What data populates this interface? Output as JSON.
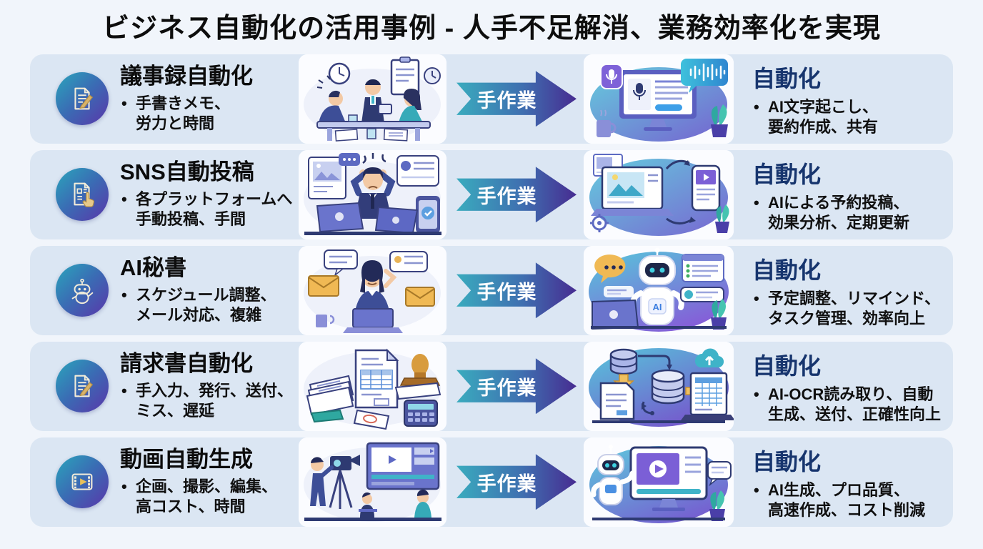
{
  "page": {
    "title": "ビジネス自動化の活用事例 - 人手不足解消、業務効率化を実現",
    "background": "#f1f5fb",
    "row_background": "#dbe6f3"
  },
  "labels": {
    "manual": "手作業",
    "automation": "自動化"
  },
  "colors": {
    "automation_heading": "#17356e",
    "arrow_gradient_start": "#3aabbe",
    "arrow_gradient_end": "#472c91",
    "icon_gradient_start": "#2aa6bc",
    "icon_gradient_end": "#5a36aa"
  },
  "illustration_text": {
    "robot_chest": "AI"
  },
  "rows": [
    {
      "title": "議事録自動化",
      "icon": "memo-pencil-icon",
      "problem_lines": [
        "手書きメモ、",
        "労力と時間"
      ],
      "manual_scene": "meeting-handwritten-notes-illustration",
      "auto_scene": "ai-transcription-computer-illustration",
      "auto_lines": [
        "AI文字起こし、",
        "要約作成、共有"
      ]
    },
    {
      "title": "SNS自動投稿",
      "icon": "post-click-icon",
      "problem_lines": [
        "各プラットフォームへ",
        "手動投稿、手間"
      ],
      "manual_scene": "stressed-manual-posting-illustration",
      "auto_scene": "scheduled-posting-devices-illustration",
      "auto_lines": [
        "AIによる予約投稿、",
        "効果分析、定期更新"
      ]
    },
    {
      "title": "AI秘書",
      "icon": "robot-icon",
      "problem_lines": [
        "スケジュール調整、",
        "メール対応、複雑"
      ],
      "manual_scene": "overwhelmed-email-scheduling-illustration",
      "auto_scene": "ai-assistant-robot-illustration",
      "auto_lines": [
        "予定調整、リマインド、",
        "タスク管理、効率向上"
      ]
    },
    {
      "title": "請求書自動化",
      "icon": "invoice-pencil-icon",
      "problem_lines": [
        "手入力、発行、送付、",
        "ミス、遅延"
      ],
      "manual_scene": "paper-invoices-stamp-calculator-illustration",
      "auto_scene": "ocr-database-cloud-illustration",
      "auto_lines": [
        "AI-OCR読み取り、自動",
        "生成、送付、正確性向上"
      ]
    },
    {
      "title": "動画自動生成",
      "icon": "film-play-icon",
      "problem_lines": [
        "企画、撮影、編集、",
        "高コスト、時間"
      ],
      "manual_scene": "video-shoot-crew-illustration",
      "auto_scene": "ai-video-generation-illustration",
      "auto_lines": [
        "AI生成、プロ品質、",
        "高速作成、コスト削減"
      ]
    }
  ]
}
